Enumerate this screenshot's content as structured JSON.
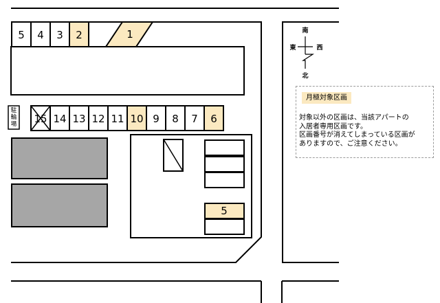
{
  "map": {
    "upper_row": [
      {
        "number": "5",
        "highlighted": false
      },
      {
        "number": "4",
        "highlighted": false
      },
      {
        "number": "3",
        "highlighted": false
      },
      {
        "number": "2",
        "highlighted": true
      },
      {
        "number": "1",
        "highlighted": true
      }
    ],
    "middle_row": [
      {
        "number": "15",
        "highlighted": false,
        "crossed": true
      },
      {
        "number": "14",
        "highlighted": false
      },
      {
        "number": "13",
        "highlighted": false
      },
      {
        "number": "12",
        "highlighted": false
      },
      {
        "number": "11",
        "highlighted": false
      },
      {
        "number": "10",
        "highlighted": true
      },
      {
        "number": "9",
        "highlighted": false
      },
      {
        "number": "8",
        "highlighted": false
      },
      {
        "number": "7",
        "highlighted": false
      },
      {
        "number": "6",
        "highlighted": true
      }
    ],
    "right_stack": [
      {
        "number": "",
        "highlighted": false
      },
      {
        "number": "",
        "highlighted": false
      },
      {
        "number": "",
        "highlighted": false
      },
      {
        "number": "5",
        "highlighted": true
      },
      {
        "number": "",
        "highlighted": false
      }
    ],
    "bicycle_parking": "駐輪場",
    "colors": {
      "highlight": "#fbe9c0",
      "building": "#a6a6a6",
      "line": "#000000"
    }
  },
  "compass": {
    "north": "北",
    "south": "南",
    "east": "東",
    "west": "西"
  },
  "legend": {
    "title": "月極対象区画",
    "lines": [
      "対象以外の区画は、当該アパートの",
      "入居者専用区画です。",
      "区画番号が消えてしまっている区画が",
      "ありますので、ご注意ください。"
    ]
  }
}
